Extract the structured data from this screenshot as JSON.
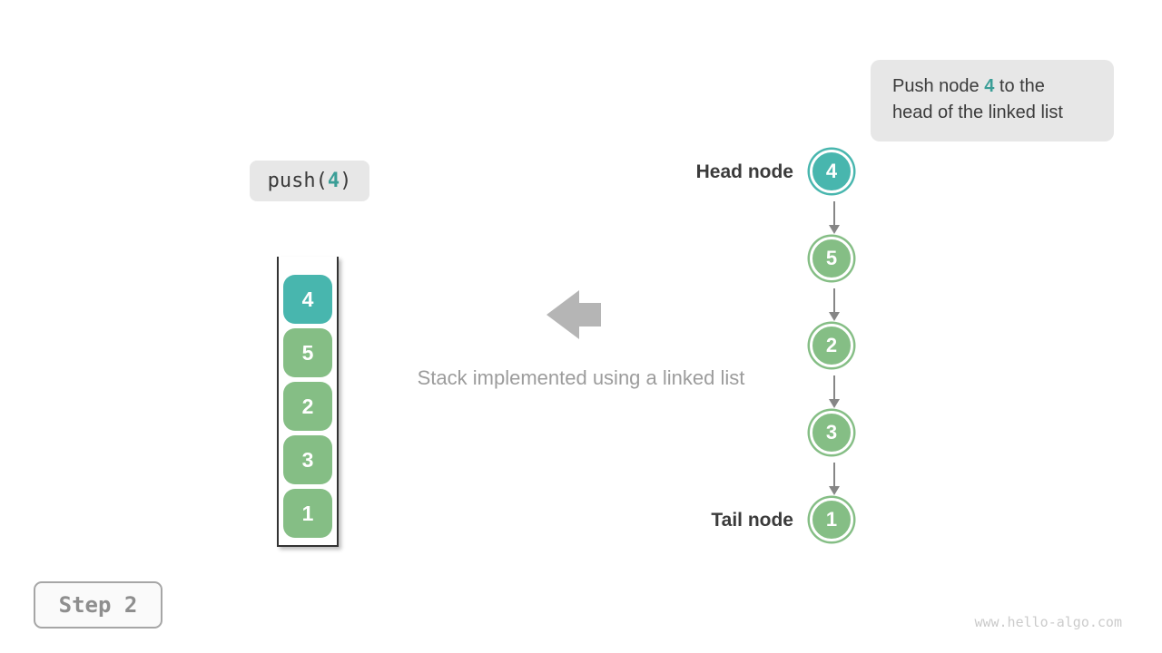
{
  "colors": {
    "teal": "#48b6ae",
    "teal_text": "#3b9e97",
    "green": "#85be85",
    "gray_arrow": "#b5b5b5",
    "connector": "#868686",
    "text_dark": "#3b3b3b",
    "text_gray": "#9c9c9c",
    "box_bg": "#e7e7e7",
    "container_border": "#333333",
    "step_border": "#a6a6a6",
    "step_text": "#8e8e8e",
    "watermark": "#cbcbcb"
  },
  "callout": {
    "line1": {
      "prefix": "Push node ",
      "highlight": "4",
      "suffix": " to the"
    },
    "line2": "head of the linked list"
  },
  "code_label": {
    "prefix": "push(",
    "value": "4",
    "suffix": ")"
  },
  "stack": {
    "items": [
      {
        "value": "4"
      },
      {
        "value": "5"
      },
      {
        "value": "2"
      },
      {
        "value": "3"
      },
      {
        "value": "1"
      }
    ]
  },
  "linked_list": {
    "head_label": "Head node",
    "tail_label": "Tail node",
    "nodes": [
      {
        "value": "4"
      },
      {
        "value": "5"
      },
      {
        "value": "2"
      },
      {
        "value": "3"
      },
      {
        "value": "1"
      }
    ]
  },
  "icons": {
    "flow_arrow": "left-block-arrow",
    "link_arrow": "down-arrow"
  },
  "caption": "Stack implemented using a linked list",
  "step_badge": "Step 2",
  "watermark": "www.hello-algo.com"
}
